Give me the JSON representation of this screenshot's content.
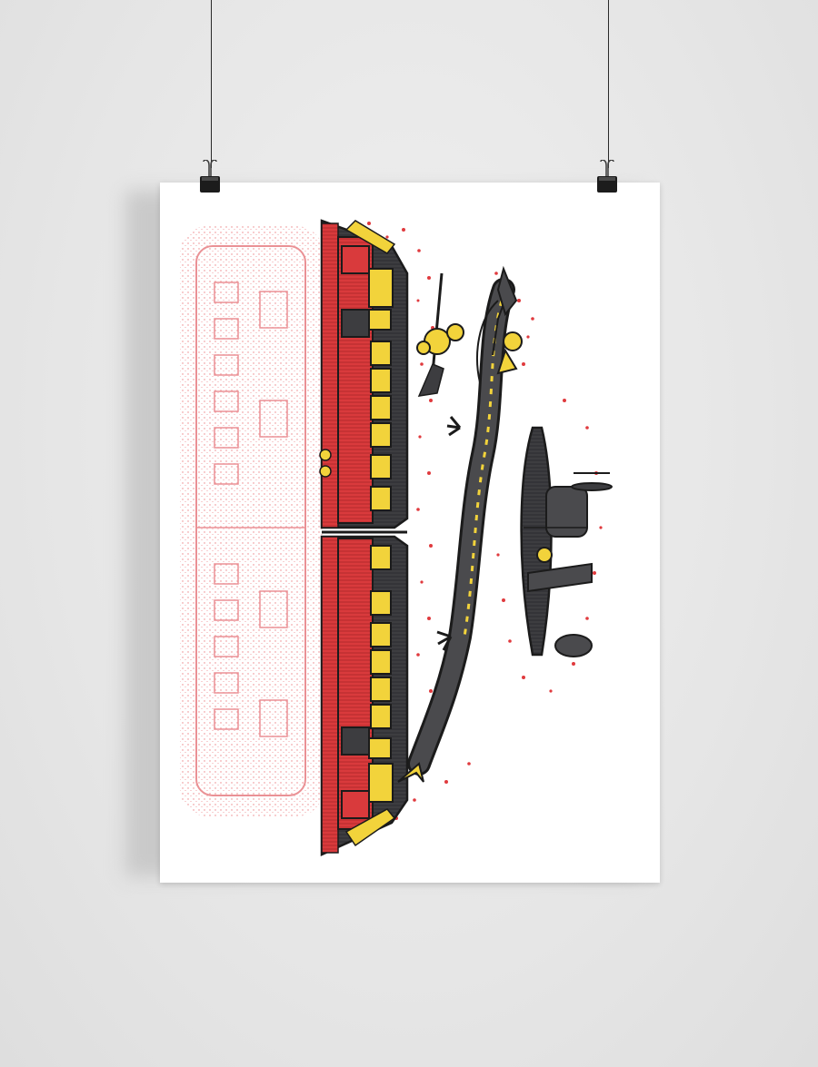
{
  "scene": {
    "description_tags": [
      "hanging-poster",
      "binder-clips",
      "illustration"
    ],
    "colors": {
      "wall": "#e8e8e8",
      "poster": "#ffffff",
      "red": "#e03a3e",
      "dark": "#3a3a3d",
      "yellow": "#f2d33b",
      "outline": "#1b1b1b"
    }
  }
}
